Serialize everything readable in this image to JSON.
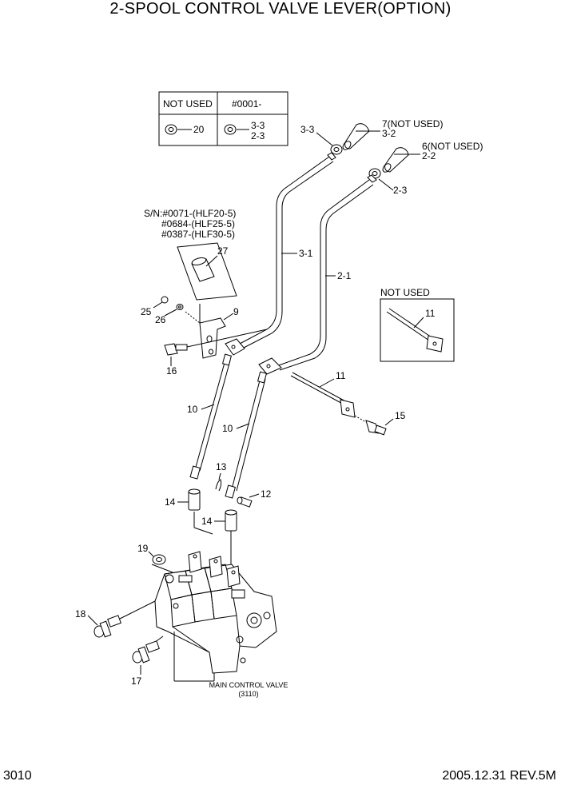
{
  "title": "2-SPOOL CONTROL VALVE LEVER(OPTION)",
  "page_number": "3010",
  "revision": "2005.12.31  REV.5M",
  "table": {
    "headers": [
      "NOT USED",
      "#0001-"
    ],
    "cells": [
      "20",
      "3-3",
      "2-3"
    ]
  },
  "serial_note": [
    "S/N:#0071-(HLF20-5)",
    "#0684-(HLF25-5)",
    "#0387-(HLF30-5)"
  ],
  "not_used_box_label": "NOT USED",
  "main_valve_label": [
    "MAIN CONTROL VALVE",
    "(3110)"
  ],
  "callouts": {
    "p3_3_top": "3-3",
    "p7": "7(NOT USED)",
    "p3_2": "3-2",
    "p6": "6(NOT USED)",
    "p2_2": "2-2",
    "p2_3": "2-3",
    "p3_1": "3-1",
    "p2_1": "2-1",
    "p27": "27",
    "p25": "25",
    "p26": "26",
    "p9": "9",
    "p16": "16",
    "p11_box": "11",
    "p11": "11",
    "p15": "15",
    "p10_a": "10",
    "p10_b": "10",
    "p13": "13",
    "p12": "12",
    "p14_a": "14",
    "p14_b": "14",
    "p19": "19",
    "p18": "18",
    "p17": "17"
  }
}
